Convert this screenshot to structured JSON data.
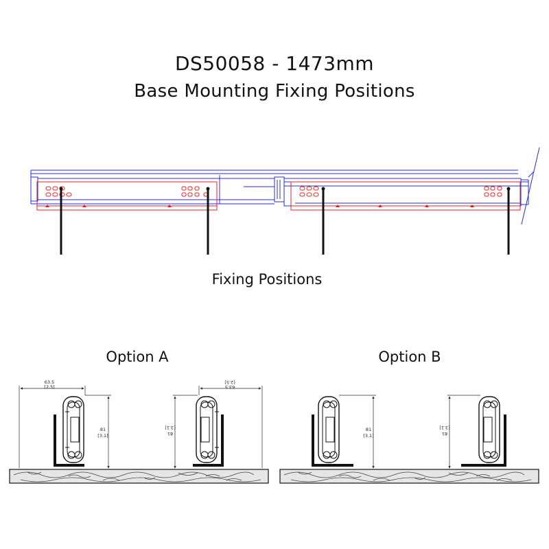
{
  "title": "DS50058 - 1473mm",
  "subtitle": "Base Mounting Fixing Positions",
  "fixing_caption": "Fixing Positions",
  "option_a": {
    "label": "Option A",
    "dim_width": "63.5",
    "dim_width_in": "[2.5]",
    "dim_height": "81",
    "dim_height_in": "[3.1]"
  },
  "option_b": {
    "label": "Option B",
    "dim_height": "81",
    "dim_height_in": "[3.1]"
  },
  "colors": {
    "outline_blue": "#2a2ad8",
    "hole_red": "#e02020",
    "line_black": "#111111",
    "wood_fill": "#e6e6e6"
  }
}
